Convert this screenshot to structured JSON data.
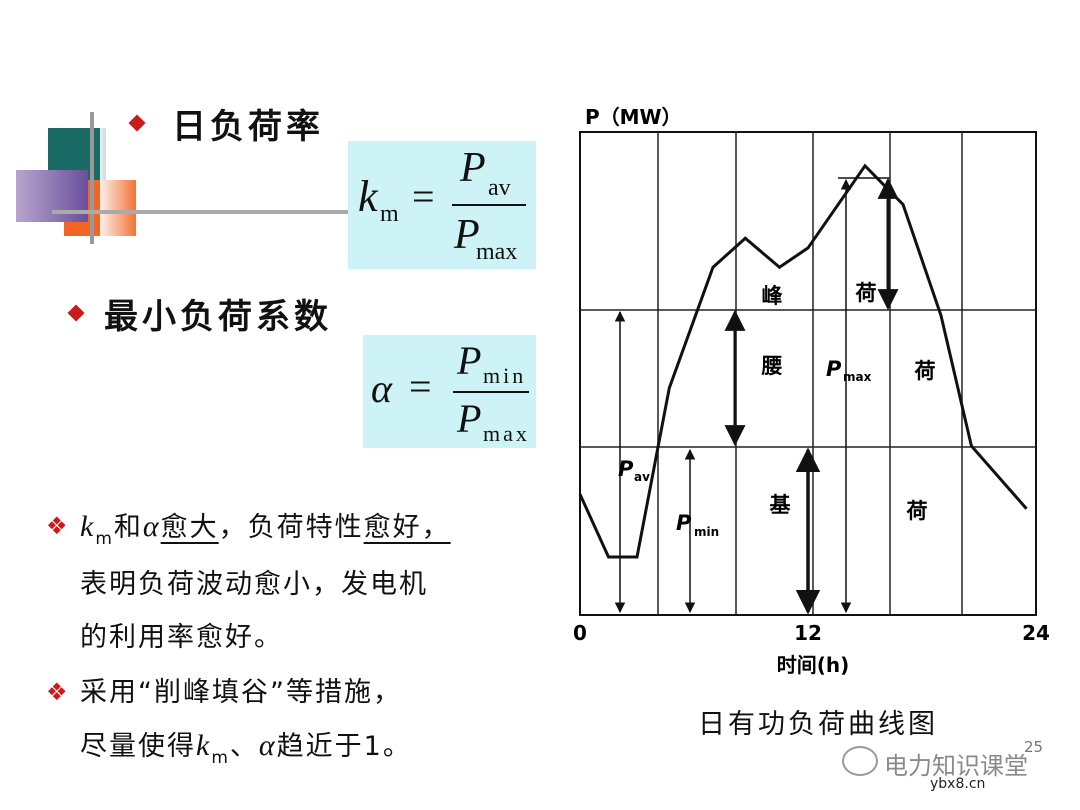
{
  "section1": {
    "heading": "日负荷率"
  },
  "formula1": {
    "lhs_var": "k",
    "lhs_sub": "m",
    "eq": "=",
    "num_var": "P",
    "num_sub": "av",
    "den_var": "P",
    "den_sub": "max"
  },
  "section2": {
    "heading": "最小负荷系数"
  },
  "formula2": {
    "lhs_var": "α",
    "eq": "=",
    "num_var": "P",
    "num_sub": "min",
    "den_var": "P",
    "den_sub": "max"
  },
  "note1": {
    "km_var": "k",
    "km_sub": "m",
    "and": "和",
    "alpha": "α",
    "bigger": "愈大",
    "mid": "，负荷特性",
    "better": "愈好，",
    "line2": "表明负荷波动愈小，发电机",
    "line3": "的利用率愈好。"
  },
  "note2": {
    "line1": "采用“削峰填谷”等措施，",
    "line2_pre": "尽量使得",
    "km_var": "k",
    "km_sub": "m",
    "sep": "、",
    "alpha": "α",
    "line2_post": "趋近于1。"
  },
  "chart_data": {
    "type": "line",
    "title": "日有功负荷曲线图",
    "ylabel": "P（MW）",
    "xlabel": "时间(h)",
    "x_ticks": [
      "0",
      "12",
      "24"
    ],
    "xlim": [
      0,
      24
    ],
    "x": [
      0,
      1.5,
      3,
      4.7,
      7,
      8.7,
      10.5,
      12,
      15,
      17,
      19,
      20.6,
      23.5
    ],
    "y": [
      0.25,
      0.12,
      0.12,
      0.47,
      0.72,
      0.78,
      0.72,
      0.76,
      0.93,
      0.85,
      0.62,
      0.35,
      0.22
    ],
    "regions": [
      {
        "label_1": "峰",
        "label_2": "荷"
      },
      {
        "label_1": "腰",
        "label_2": "荷"
      },
      {
        "label_1": "基",
        "label_2": "荷"
      }
    ],
    "annotations": [
      {
        "var": "P",
        "sub": "av"
      },
      {
        "var": "P",
        "sub": "min"
      },
      {
        "var": "P",
        "sub": "max"
      }
    ],
    "grid": true
  },
  "watermark": {
    "brand": "电力知识课堂",
    "site": "ybx8.cn",
    "page_num": "25"
  }
}
